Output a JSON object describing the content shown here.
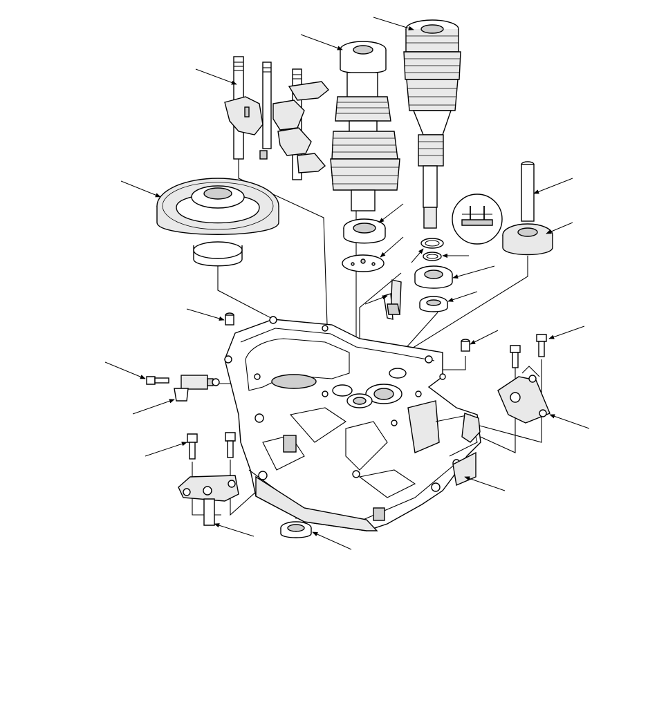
{
  "diagram": {
    "parts": [
      {
        "id": "shift-fork-shafts-assembly",
        "icon": "shift-fork-shafts-icon"
      },
      {
        "id": "countershaft-assembly",
        "icon": "countershaft-icon"
      },
      {
        "id": "mainshaft-assembly",
        "icon": "mainshaft-icon"
      },
      {
        "id": "differential-assembly",
        "icon": "differential-gear-icon"
      },
      {
        "id": "reverse-idler-shaft",
        "icon": "idler-shaft-icon"
      },
      {
        "id": "reverse-idler-gear",
        "icon": "idler-gear-icon"
      },
      {
        "id": "countershaft-bearing",
        "icon": "ball-bearing-icon"
      },
      {
        "id": "oil-guide-plate",
        "icon": "guide-plate-icon"
      },
      {
        "id": "snap-ring-detail",
        "icon": "magnified-detail-icon"
      },
      {
        "id": "spring-washer",
        "icon": "washer-icon"
      },
      {
        "id": "mainshaft-bearing",
        "icon": "ball-bearing-icon"
      },
      {
        "id": "mainshaft-oil-seal",
        "icon": "oil-seal-icon"
      },
      {
        "id": "oil-gutter-plate",
        "icon": "gutter-plate-icon"
      },
      {
        "id": "dowel-pin-left",
        "icon": "dowel-pin-icon"
      },
      {
        "id": "dowel-pin-right",
        "icon": "dowel-pin-icon"
      },
      {
        "id": "bolts-shift-arm",
        "icon": "flange-bolt-icon"
      },
      {
        "id": "shift-arm-holder",
        "icon": "shift-arm-holder-icon"
      },
      {
        "id": "clutch-housing",
        "icon": "clutch-housing-icon"
      },
      {
        "id": "back-up-light-switch-bolt",
        "icon": "flange-bolt-icon"
      },
      {
        "id": "back-up-light-switch",
        "icon": "switch-icon"
      },
      {
        "id": "bracket-bolts",
        "icon": "flange-bolt-icon"
      },
      {
        "id": "harness-bracket",
        "icon": "bracket-icon"
      },
      {
        "id": "differential-oil-seal",
        "icon": "oil-seal-icon"
      }
    ]
  }
}
